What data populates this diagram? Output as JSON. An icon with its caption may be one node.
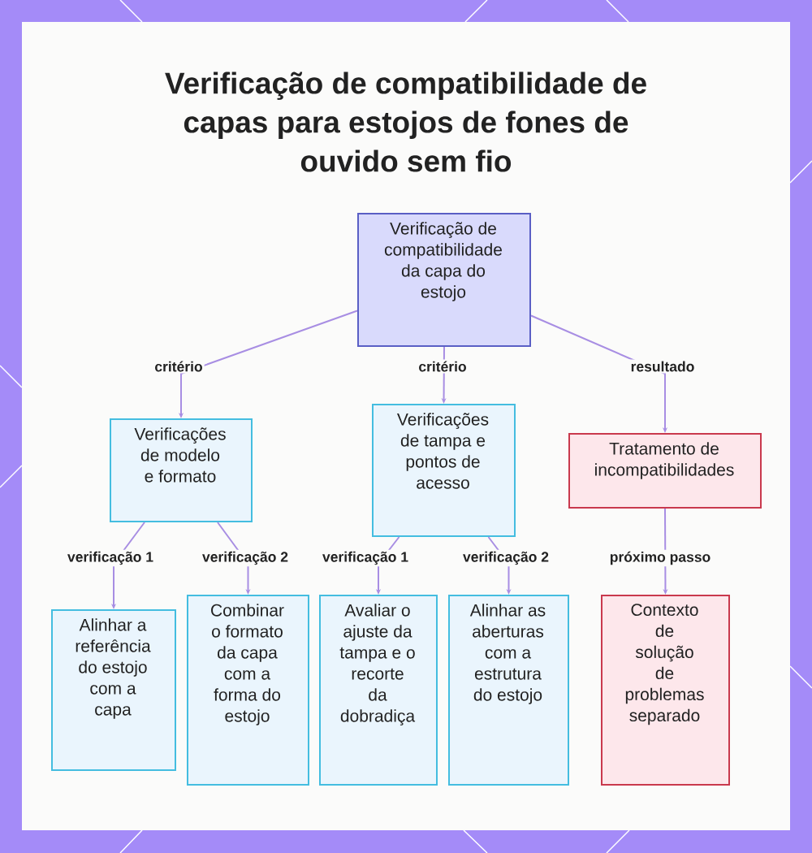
{
  "diagram": {
    "title": "Verificação de compatibilidade de capas para estojos de fones de ouvido sem fio",
    "nodes": [
      {
        "text": [
          "Verificação de compatibilidade da capa do estojo"
        ]
      },
      {
        "text": [
          "Verificações de modelo e formato"
        ]
      },
      {
        "text": [
          "Verificações de tampa e pontos de acesso"
        ]
      },
      {
        "text": [
          "Tratamento de incompatibilidades"
        ]
      },
      {
        "text": [
          "Alinhar a referência do estojo com a capa"
        ]
      },
      {
        "text": [
          "Combinar o formato da capa com a forma do estojo"
        ]
      },
      {
        "text": [
          "Avaliar o ajuste da tampa e o recorte da dobradiça"
        ]
      },
      {
        "text": [
          "Alinhar as aberturas com a estrutura do estojo"
        ]
      },
      {
        "text": [
          "Contexto de solução de problemas separado"
        ]
      }
    ],
    "edges": [
      {
        "from": 0,
        "to": 1,
        "arrow": "to",
        "label": "critério"
      },
      {
        "from": 0,
        "to": 2,
        "arrow": "to",
        "label": "critério"
      },
      {
        "from": 0,
        "to": 3,
        "arrow": "to",
        "label": "resultado"
      },
      {
        "from": 1,
        "to": 4,
        "arrow": "to",
        "label": "verificação 1"
      },
      {
        "from": 1,
        "to": 5,
        "arrow": "to",
        "label": "verificação 2"
      },
      {
        "from": 2,
        "to": 6,
        "arrow": "to",
        "label": "verificação 1"
      },
      {
        "from": 2,
        "to": 7,
        "arrow": "to",
        "label": "verificação 2"
      },
      {
        "from": 3,
        "to": 8,
        "arrow": "to",
        "label": "próximo passo"
      }
    ]
  }
}
